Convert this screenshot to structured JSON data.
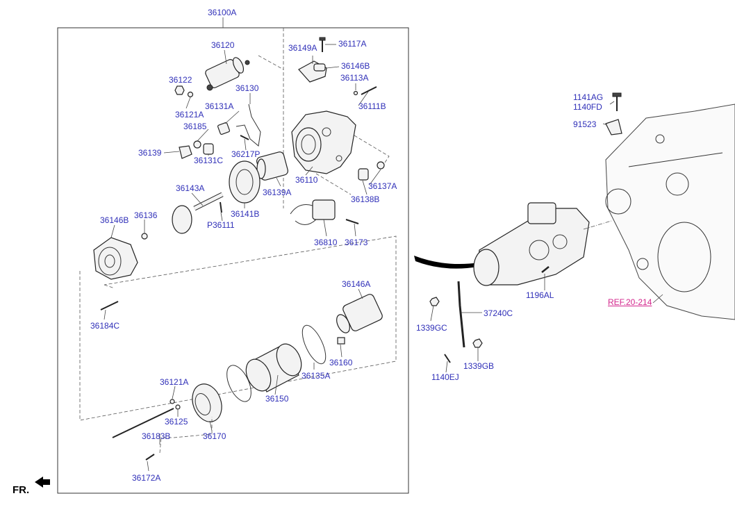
{
  "diagram": {
    "group_label": "36100A",
    "labels": {
      "p36120": "36120",
      "p36122": "36122",
      "p36121A_top": "36121A",
      "p36131A": "36131A",
      "p36130": "36130",
      "p36185": "36185",
      "p36139": "36139",
      "p36131C": "36131C",
      "p36217P": "36217P",
      "p36149A": "36149A",
      "p36117A": "36117A",
      "p36146B_top": "36146B",
      "p36113A": "36113A",
      "p36111B": "36111B",
      "p36110": "36110",
      "p36139A": "36139A",
      "p36137A": "36137A",
      "p36138B": "36138B",
      "p36143A": "36143A",
      "p36141B": "36141B",
      "p36136": "36136",
      "p36146B_left": "36146B",
      "pP36111": "P36111",
      "p36810": "36810",
      "p36173": "36173",
      "p36184C": "36184C",
      "p36146A": "36146A",
      "p36160": "36160",
      "p36135A": "36135A",
      "p36150": "36150",
      "p36121A_bottom": "36121A",
      "p36125": "36125",
      "p36183B": "36183B",
      "p36170": "36170",
      "p36172A": "36172A",
      "p1141AG": "1141AG",
      "p1140FD": "1140FD",
      "p91523": "91523",
      "p1196AL": "1196AL",
      "p1339GC": "1339GC",
      "p37240C": "37240C",
      "p1339GB": "1339GB",
      "p1140EJ": "1140EJ"
    },
    "reference": "REF.20-214",
    "direction_marker": "FR.",
    "label_color": "#2f2fb8",
    "reference_color": "#d3268c"
  }
}
